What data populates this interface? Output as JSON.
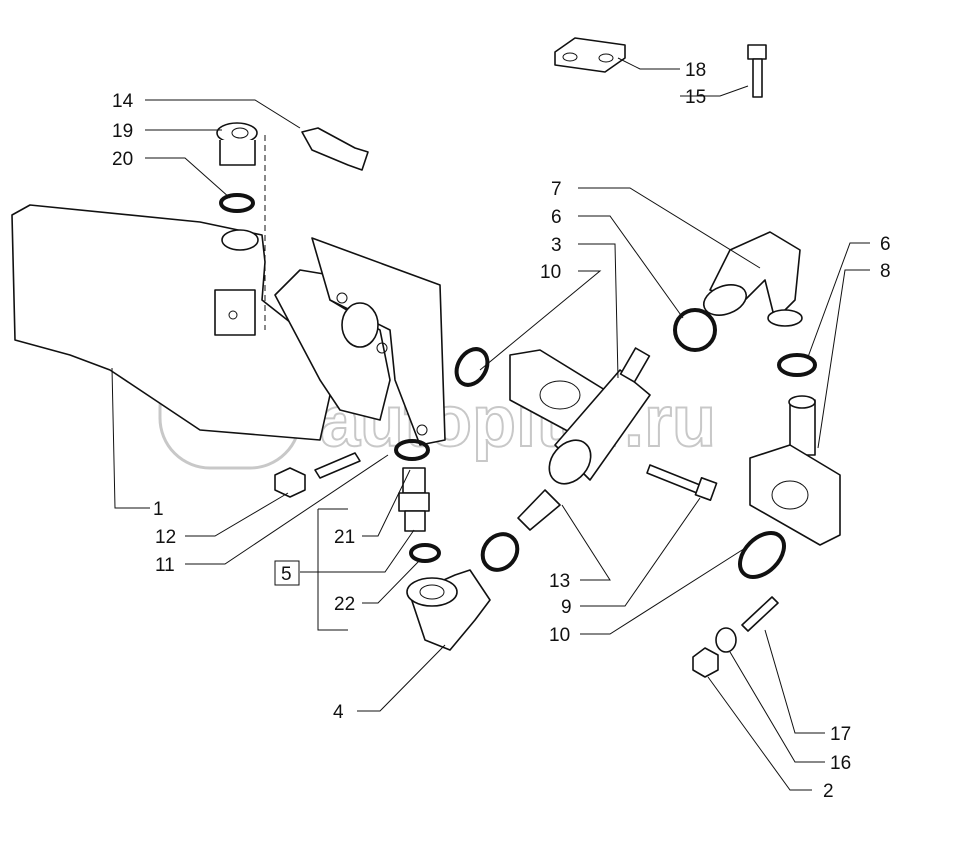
{
  "watermark": "autopiter.ru",
  "callouts": {
    "c14": "14",
    "c19": "19",
    "c20": "20",
    "c18": "18",
    "c15": "15",
    "c7": "7",
    "c6a": "6",
    "c3": "3",
    "c10a": "10",
    "c6b": "6",
    "c8": "8",
    "c1": "1",
    "c12": "12",
    "c11": "11",
    "c21": "21",
    "c5": "5",
    "c22": "22",
    "c13": "13",
    "c9": "9",
    "c10b": "10",
    "c4": "4",
    "c17": "17",
    "c16": "16",
    "c2": "2"
  }
}
